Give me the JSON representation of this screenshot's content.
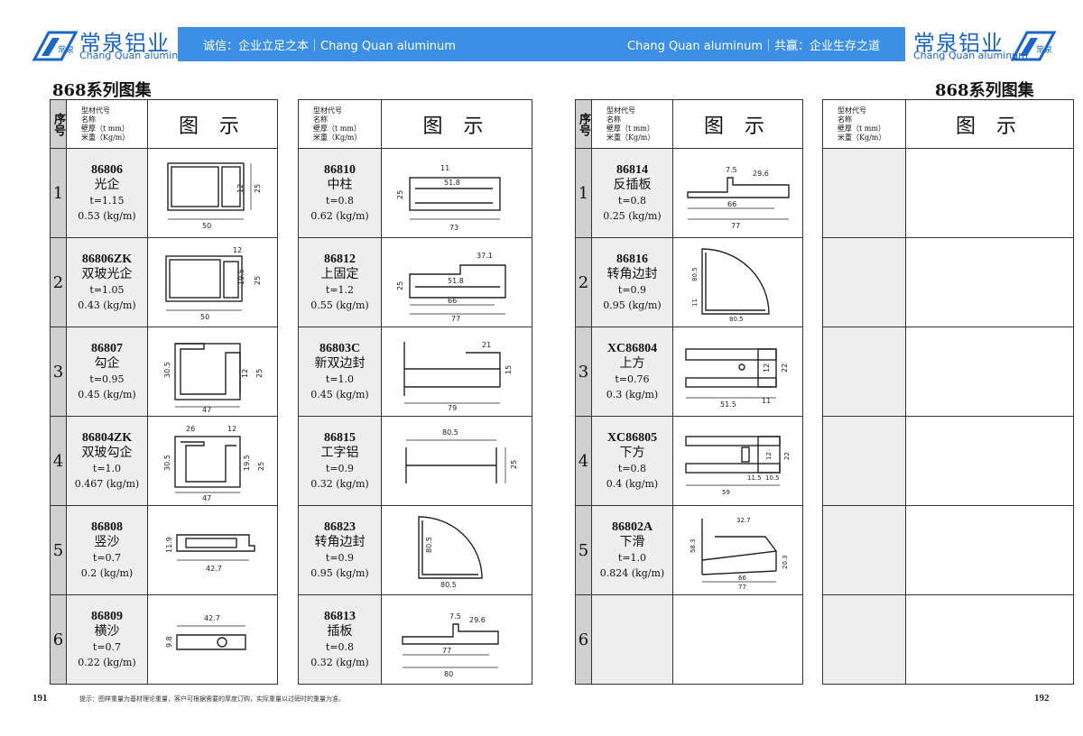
{
  "header": {
    "brand_cn": "常泉铝业",
    "brand_en": "Chang Quan aluminum",
    "logo_mark": "常泉",
    "slogan_left": "诚信：企业立足之本｜Chang Quan aluminum",
    "slogan_right": "Chang Quan aluminum｜共赢：企业生存之道"
  },
  "page_left": {
    "title": "868系列图集",
    "number": "191"
  },
  "page_right": {
    "title": "868系列图集",
    "number": "192"
  },
  "table_header": {
    "seq": "序号",
    "meta_lines": [
      "型材代号",
      "名称",
      "壁厚（t mm）",
      "米重（Kg/m）"
    ],
    "figure": "图 示"
  },
  "row_numbers": [
    "1",
    "2",
    "3",
    "4",
    "5",
    "6"
  ],
  "col1": [
    {
      "code": "86806",
      "name": "光企",
      "t": "t=1.15",
      "w": "0.53 (kg/m)",
      "dims": [
        "50",
        "12",
        "25"
      ]
    },
    {
      "code": "86806ZK",
      "name": "双玻光企",
      "t": "t=1.05",
      "w": "0.43 (kg/m)",
      "dims": [
        "50",
        "12",
        "19.5",
        "25"
      ]
    },
    {
      "code": "86807",
      "name": "勾企",
      "t": "t=0.95",
      "w": "0.45 (kg/m)",
      "dims": [
        "30.5",
        "47",
        "12",
        "25"
      ]
    },
    {
      "code": "86804ZK",
      "name": "双玻勾企",
      "t": "t=1.0",
      "w": "0.467 (kg/m)",
      "dims": [
        "26",
        "12",
        "30.5",
        "19.5",
        "25",
        "47"
      ]
    },
    {
      "code": "86808",
      "name": "竖沙",
      "t": "t=0.7",
      "w": "0.2 (kg/m)",
      "dims": [
        "11.9",
        "42.7"
      ]
    },
    {
      "code": "86809",
      "name": "横沙",
      "t": "t=0.7",
      "w": "0.22 (kg/m)",
      "dims": [
        "42.7",
        "9.8"
      ]
    }
  ],
  "col2": [
    {
      "code": "86810",
      "name": "中柱",
      "t": "t=0.8",
      "w": "0.62 (kg/m)",
      "dims": [
        "25",
        "51.8",
        "73",
        "11"
      ]
    },
    {
      "code": "86812",
      "name": "上固定",
      "t": "t=1.2",
      "w": "0.55 (kg/m)",
      "dims": [
        "37.1",
        "25",
        "51.8",
        "66",
        "77"
      ]
    },
    {
      "code": "86803C",
      "name": "新双边封",
      "t": "t=1.0",
      "w": "0.45 (kg/m)",
      "dims": [
        "21",
        "15",
        "79"
      ]
    },
    {
      "code": "86815",
      "name": "工字铝",
      "t": "t=0.9",
      "w": "0.32 (kg/m)",
      "dims": [
        "80.5",
        "25"
      ]
    },
    {
      "code": "86823",
      "name": "转角边封",
      "t": "t=0.9",
      "w": "0.95 (kg/m)",
      "dims": [
        "80.5",
        "80.5"
      ]
    },
    {
      "code": "86813",
      "name": "插板",
      "t": "t=0.8",
      "w": "0.32 (kg/m)",
      "dims": [
        "7.5",
        "29.6",
        "77",
        "80"
      ]
    }
  ],
  "col3": [
    {
      "code": "86814",
      "name": "反插板",
      "t": "t=0.8",
      "w": "0.25 (kg/m)",
      "dims": [
        "7.5",
        "29.6",
        "66",
        "77"
      ]
    },
    {
      "code": "86816",
      "name": "转角边封",
      "t": "t=0.9",
      "w": "0.95 (kg/m)",
      "dims": [
        "80.5",
        "80.5",
        "11"
      ]
    },
    {
      "code": "XC86804",
      "name": "上方",
      "t": "t=0.76",
      "w": "0.3 (kg/m)",
      "dims": [
        "12",
        "22",
        "51.5",
        "11"
      ]
    },
    {
      "code": "XC86805",
      "name": "下方",
      "t": "t=0.8",
      "w": "0.4 (kg/m)",
      "dims": [
        "12",
        "22",
        "11.5",
        "10.5",
        "59"
      ]
    },
    {
      "code": "86802A",
      "name": "下滑",
      "t": "t=1.0",
      "w": "0.824 (kg/m)",
      "dims": [
        "32.7",
        "58.3",
        "20.3",
        "66",
        "77"
      ]
    }
  ],
  "footer_note": "提示：图样重量为基材理论重量，客户可根据需要的厚度订购，实际重量以过磅时的重量为准。"
}
